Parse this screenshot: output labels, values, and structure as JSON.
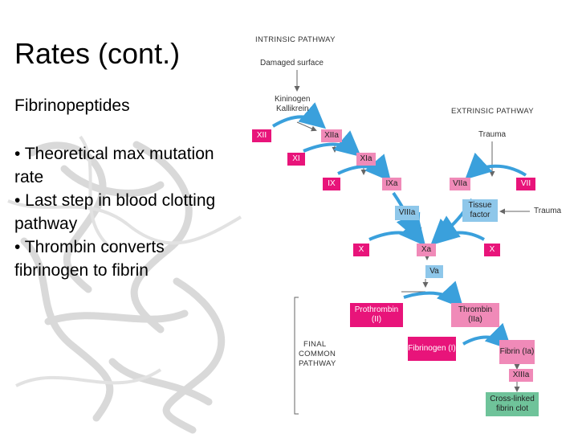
{
  "slide": {
    "title": "Rates (cont.)",
    "subtitle": "Fibrinopeptides",
    "bullets": [
      "• Theoretical max mutation rate",
      "• Last step in blood clotting pathway",
      "• Thrombin converts fibrinogen to fibrin"
    ]
  },
  "diagram": {
    "intrinsic_header": "INTRINSIC PATHWAY",
    "damaged_surface": "Damaged surface",
    "kininogen": "Kininogen",
    "kallikrein": "Kallikrein",
    "extrinsic_header": "EXTRINSIC PATHWAY",
    "trauma_top": "Trauma",
    "trauma_right": "Trauma",
    "final_common_1": "FINAL",
    "final_common_2": "COMMON",
    "final_common_3": "PATHWAY",
    "factors": {
      "xii": "XII",
      "xiia": "XIIa",
      "xi": "XI",
      "xia": "XIa",
      "ix": "IX",
      "ixa": "IXa",
      "viia": "VIIa",
      "vii": "VII",
      "viiia": "VIIIa",
      "tissue_factor": "Tissue factor",
      "x_left": "X",
      "xa": "Xa",
      "x_right": "X",
      "va": "Va",
      "prothrombin": "Prothrombin (II)",
      "thrombin": "Thrombin (IIa)",
      "fibrinogen": "Fibrinogen (I)",
      "fibrin": "Fibrin (Ia)",
      "xiiia": "XIIIa",
      "crosslinked": "Cross-linked fibrin clot"
    }
  },
  "colors": {
    "inactive": "#e8147a",
    "active": "#f08ab8",
    "cofactor": "#8ec7ea",
    "clot": "#6fc39a",
    "arrow": "#3aa0dc"
  }
}
